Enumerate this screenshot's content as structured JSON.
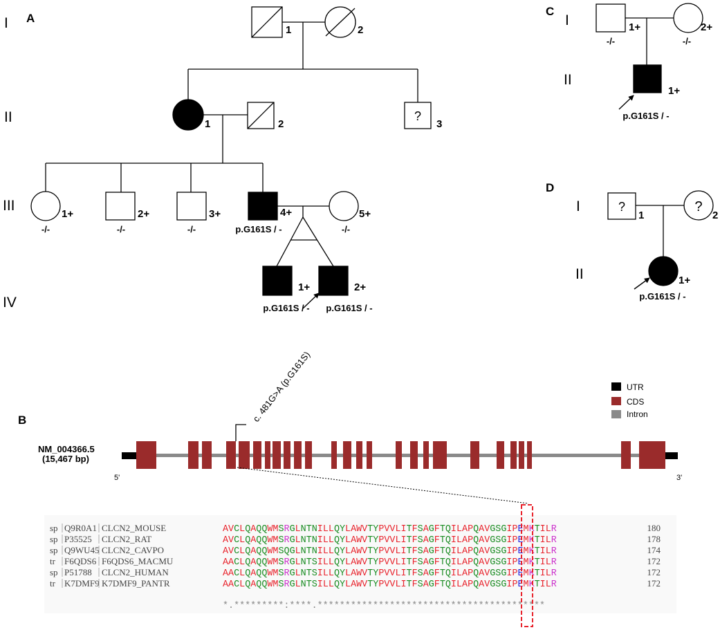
{
  "panels": {
    "a": "A",
    "b": "B",
    "c": "C",
    "d": "D"
  },
  "generations": {
    "g1": "I",
    "g2": "II",
    "g3": "III",
    "g4": "IV"
  },
  "pedigree_a": {
    "i1": "1",
    "i2": "2",
    "ii1": "1",
    "ii2": "2",
    "ii3": "3",
    "ii3_mark": "?",
    "iii1": "1+",
    "iii2": "2+",
    "iii3": "3+",
    "iii4": "4+",
    "iii5": "5+",
    "iii1_g": "-/-",
    "iii2_g": "-/-",
    "iii3_g": "-/-",
    "iii4_g": "p.G161S / -",
    "iii5_g": "-/-",
    "iv1": "1+",
    "iv2": "2+",
    "iv1_g": "p.G161S / -",
    "iv2_g": "p.G161S / -"
  },
  "pedigree_c": {
    "i1": "1+",
    "i2": "2+",
    "i1_g": "-/-",
    "i2_g": "-/-",
    "ii1": "1+",
    "ii1_g": "p.G161S / -"
  },
  "pedigree_d": {
    "i1": "1",
    "i2": "2",
    "i1_mark": "?",
    "i2_mark": "?",
    "ii1": "1+",
    "ii1_g": "p.G161S / -"
  },
  "gene": {
    "transcript": "NM_004366.5",
    "length": "(15,467 bp)",
    "end5": "5'",
    "end3": "3'",
    "variant": "c. 481G>A (p.G161S)",
    "legend": {
      "utr": "UTR",
      "cds": "CDS",
      "intron": "Intron"
    },
    "colors": {
      "utr": "#000000",
      "cds": "#9a2b2b",
      "intron": "#8a8a8a"
    }
  },
  "alignment": {
    "colors": {
      "acidic_basic_red": "#e8232c",
      "polar_green": "#1a8c22",
      "positive_magenta": "#cc33cc",
      "negative_blue": "#2222dd",
      "highlight_box": "#e8232c"
    },
    "rows": [
      {
        "db": "sp",
        "acc": "Q9R0A1",
        "name": "CLCN2_MOUSE",
        "seq": "AVCLQAQQWMSRGLNTNILLQYLAWVTYPVVLITFSAGFTQILAPQAVGSGIPEMKTILR",
        "pos": "180"
      },
      {
        "db": "sp",
        "acc": "P35525",
        "name": "CLCN2_RAT",
        "seq": "AVCLQAQQWMSRGLNTNILLQYLAWVTYPVVLITFSAGFTQILAPQAVGSGIPEMKTILR",
        "pos": "178"
      },
      {
        "db": "sp",
        "acc": "Q9WU45",
        "name": "CLCN2_CAVPO",
        "seq": "AVCLQAQQWMSQGLNTNILLQYLAWVTYPVVLITFSAGFTQILAPQAVGSGIPEMKTILR",
        "pos": "174"
      },
      {
        "db": "tr",
        "acc": "F6QDS6",
        "name": "F6QDS6_MACMU",
        "seq": "AACLQAQQWMSRGLNTSILLQYLAWVTYPVVLITFSAGFTQILAPQAVGSGIPEMKTILR",
        "pos": "172"
      },
      {
        "db": "sp",
        "acc": "P51788",
        "name": "CLCN2_HUMAN",
        "seq": "AACLQAQQWMSRGLNTSILLQYLAWVTYPVVLITFSAGFTQILAPQAVGSGIPEMKTILR",
        "pos": "172"
      },
      {
        "db": "tr",
        "acc": "K7DMF9",
        "name": "K7DMF9_PANTR",
        "seq": "AACLQAQQWMSRGLNTSILLQYLAWVTYPVVLITFSAGFTQILAPQAVGSGIPEMKTILR",
        "pos": "172"
      }
    ],
    "consensus": "*.*********:****.*****************************************"
  }
}
